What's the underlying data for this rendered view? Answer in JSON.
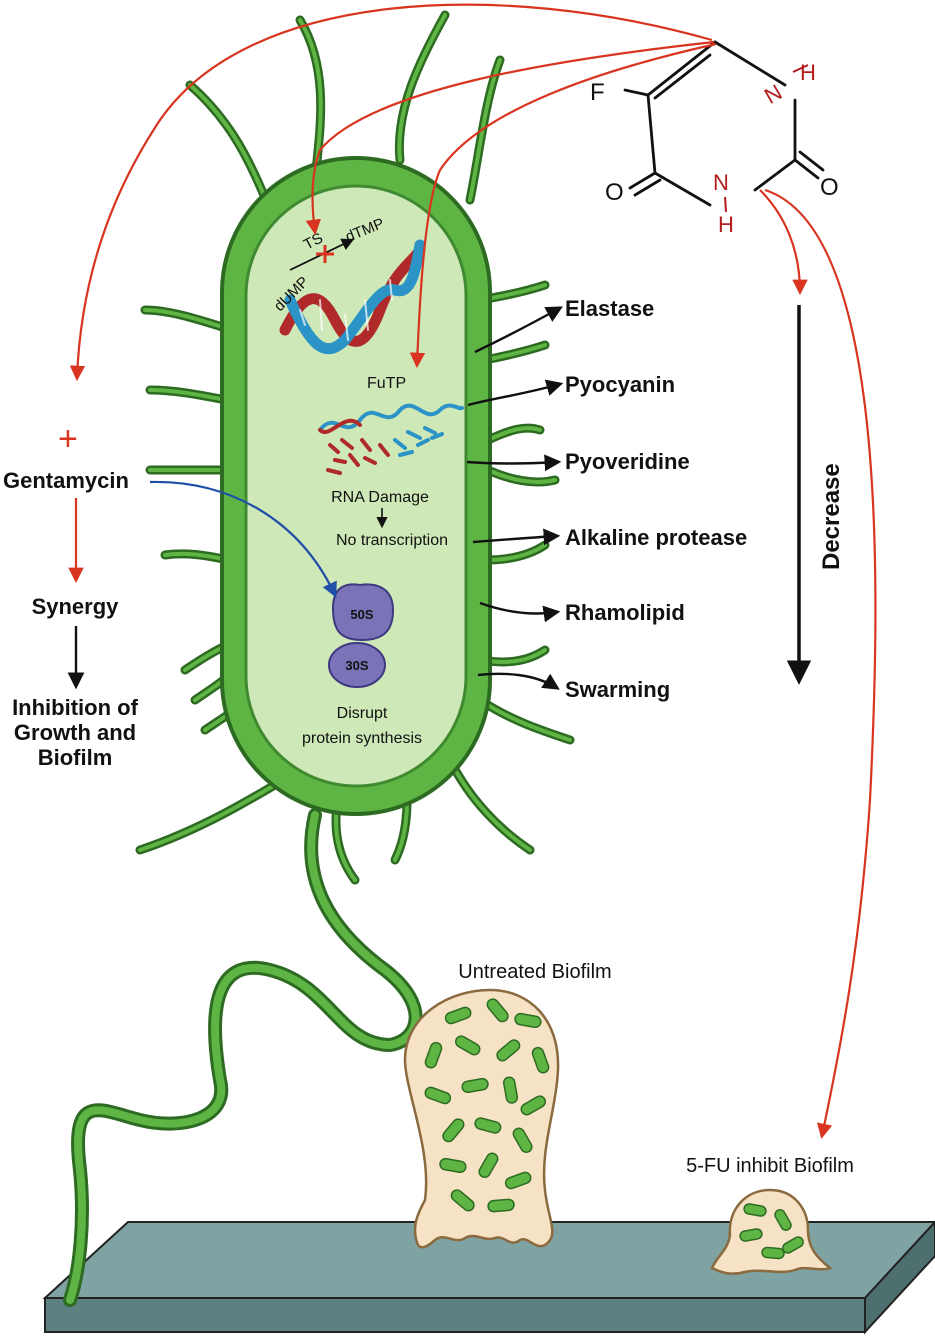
{
  "molecule": {
    "fluorine": "F",
    "n_top": "N",
    "h_top": "H",
    "n_bottom": "N",
    "h_bottom": "H",
    "oxygen_left": "O",
    "oxygen_right": "O"
  },
  "cell_inner": {
    "dump": "dUMP",
    "ts": "TS",
    "dtmp": "dTMP",
    "futp": "FuTP",
    "rna_damage": "RNA Damage",
    "no_transcription": "No transcription",
    "ribosome_large": "50S",
    "ribosome_small": "30S",
    "disrupt_line1": "Disrupt",
    "disrupt_line2": "protein synthesis"
  },
  "virulence_factors": [
    "Elastase",
    "Pyocyanin",
    "Pyoveridine",
    "Alkaline protease",
    "Rhamolipid",
    "Swarming"
  ],
  "decrease_label": "Decrease",
  "left_panel": {
    "plus": "+",
    "drug": "Gentamycin",
    "synergy": "Synergy",
    "inhibition_lines": [
      "Inhibition of",
      "Growth and",
      "Biofilm"
    ]
  },
  "biofilm": {
    "untreated": "Untreated Biofilm",
    "treated": "5-FU inhibit Biofilm"
  },
  "colors": {
    "red_arrow": "#d8341f",
    "blue_arrow": "#1f4fa8",
    "cell_wall": "#5fb544",
    "cell_outline": "#2d6b22",
    "cytoplasm": "#cfe8b7",
    "dna_blue": "#2b93c5",
    "dna_red": "#b02a2a",
    "ribosome": "#7a73b8",
    "biofilm_fill": "#f6e2c5",
    "surface": "#7fa3a2",
    "heteroatom": "#b21e1e"
  }
}
